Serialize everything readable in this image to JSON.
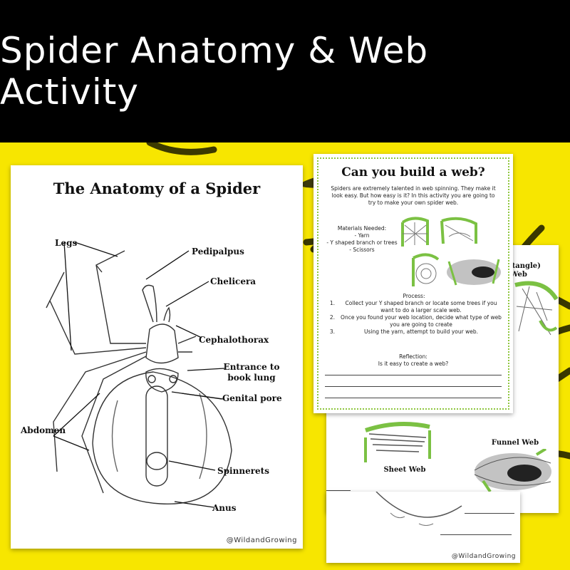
{
  "banner": {
    "title": "Spider Anatomy & Web Activity"
  },
  "anatomy_page": {
    "title": "The Anatomy of a Spider",
    "labels": {
      "legs": "Legs",
      "pedipalpus": "Pedipalpus",
      "chelicera": "Chelicera",
      "cephalothorax": "Cephalothorax",
      "book_lung": "Entrance to book lung",
      "genital_pore": "Genital pore",
      "abdomen": "Abdomen",
      "spinnerets": "Spinnerets",
      "anus": "Anus"
    },
    "credit": "@WildandGrowing"
  },
  "web_page": {
    "title": "Can you build a web?",
    "intro": "Spiders are extremely talented in web spinning. They make it look easy. But how easy is it? In this activity you are going to try to make your own spider web.",
    "materials": {
      "heading": "Materials Needed:",
      "items": [
        "- Yarn",
        "- Y shaped branch or trees",
        "- Scissors"
      ]
    },
    "process": {
      "heading": "Process:",
      "steps": [
        {
          "num": "1.",
          "text": "Collect your Y shaped branch or locate some trees if you want to do a larger scale web."
        },
        {
          "num": "2.",
          "text": "Once you found your web location, decide what type of web you are going to create"
        },
        {
          "num": "3.",
          "text": "Using the yarn, attempt to build your web."
        }
      ]
    },
    "reflection": {
      "heading": "Reflection:",
      "question": "Is it easy to create a web?"
    }
  },
  "back_page": {
    "title_partial_line1": "eb (tangle)",
    "title_partial_line2": "Web",
    "sheet_web": "Sheet Web",
    "funnel_web": "Funnel Web"
  },
  "bottom_page": {
    "credit": "@WildandGrowing"
  },
  "colors": {
    "banner_bg": "#000000",
    "background": "#f7e600",
    "accent_green": "#8fc63f"
  }
}
